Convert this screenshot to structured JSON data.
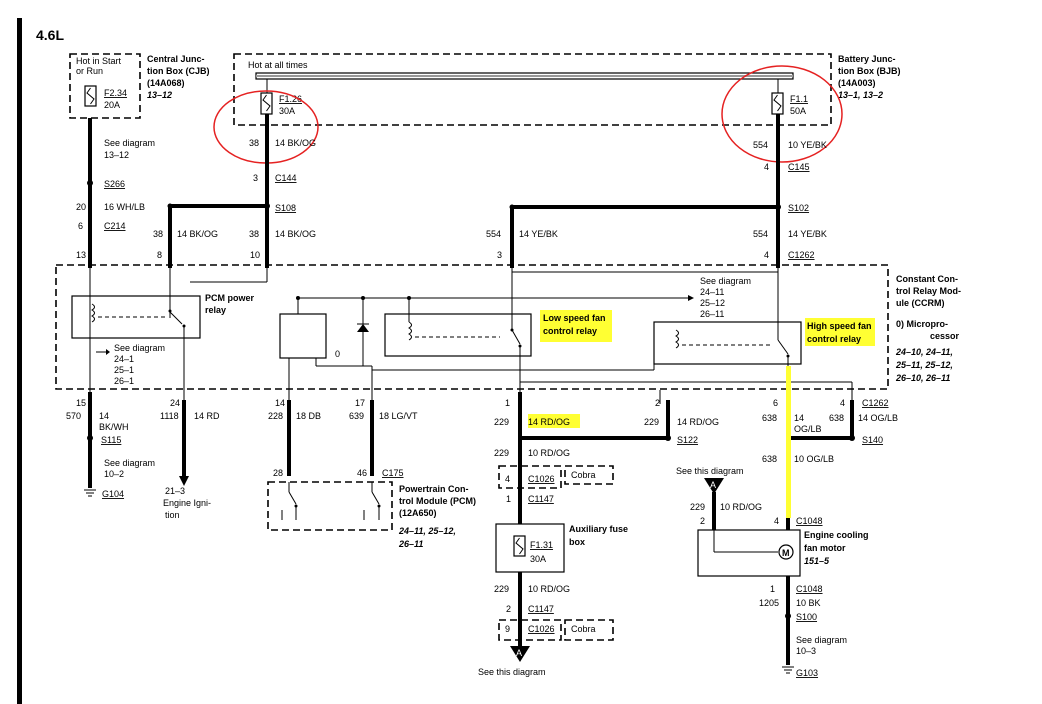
{
  "title": "4.6L",
  "cjb": {
    "hot_label": [
      "Hot in Start",
      "or Run"
    ],
    "name": [
      "Central Junc-",
      "tion Box (CJB)",
      "(14A068)"
    ],
    "ref": "13–12",
    "fuse_id": "F2.34",
    "fuse_amp": "20A"
  },
  "bjb": {
    "hot_label": "Hot at all times",
    "name": [
      "Battery Junc-",
      "tion Box (BJB)",
      "(14A003)"
    ],
    "ref": "13–1, 13–2"
  },
  "fuse_f126": {
    "id": "F1.26",
    "amp": "30A"
  },
  "fuse_f11": {
    "id": "F1.1",
    "amp": "50A"
  },
  "fuse_f131": {
    "id": "F1.31",
    "amp": "30A"
  },
  "wires": {
    "w38_bkog_a": {
      "pin": "38",
      "label": "14 BK/OG"
    },
    "w554_yebk_a": {
      "pin": "554",
      "label": "10 YE/BK"
    },
    "w20_whlb": {
      "pin": "20",
      "label": "16 WH/LB"
    },
    "w38_bkog_b": {
      "pin": "38",
      "label": "14 BK/OG"
    },
    "w38_bkog_c": {
      "pin": "38",
      "label": "14 BK/OG"
    },
    "w554_yebk_b": {
      "pin": "554",
      "label": "14 YE/BK"
    },
    "w554_yebk_c": {
      "pin": "554",
      "label": "14 YE/BK"
    },
    "w570": {
      "pin": "570",
      "label": [
        "14",
        "BK/WH"
      ]
    },
    "w1118": {
      "pin": "1118",
      "label": "14 RD"
    },
    "w228": {
      "pin": "228",
      "label": "18 DB"
    },
    "w639": {
      "pin": "639",
      "label": "18 LG/VT"
    },
    "w229_a": {
      "pin": "229",
      "label": "14 RD/OG"
    },
    "w229_b": {
      "pin": "229",
      "label": "14 RD/OG"
    },
    "w638_a": {
      "pin": "638",
      "label": [
        "14",
        "OG/LB"
      ]
    },
    "w638_b": {
      "pin": "638",
      "label": "14 OG/LB"
    },
    "w229_c": {
      "pin": "229",
      "label": "10 RD/OG"
    },
    "w638_c": {
      "pin": "638",
      "label": "10 OG/LB"
    },
    "w229_d": {
      "pin": "229",
      "label": "10 RD/OG"
    },
    "w229_e": {
      "pin": "229",
      "label": "10 RD/OG"
    },
    "w1205": {
      "pin": "1205",
      "label": "10 BK"
    }
  },
  "connectors": {
    "see_diag_1312": [
      "See diagram",
      "13–12"
    ],
    "s266": "S266",
    "c214": "C214",
    "c144": "C144",
    "s108": "S108",
    "c145": "C145",
    "s102": "S102",
    "c1262": "C1262",
    "pin3_c144": "3",
    "pin4_c145": "4",
    "pin6_c214": "6",
    "pins_top": [
      "13",
      "8",
      "10",
      "3",
      "4"
    ],
    "pins_bottom": [
      "15",
      "24",
      "14",
      "17",
      "1",
      "2",
      "6",
      "4"
    ],
    "c1262_b": "C1262",
    "s115": "S115",
    "s122": "S122",
    "s140": "S140",
    "see_diag_102": [
      "See diagram",
      "10–2"
    ],
    "g104": "G104",
    "eng_ign": [
      "21–3",
      "Engine Igni-",
      "tion"
    ],
    "c175": "C175",
    "pin28": "28",
    "pin46": "46",
    "c1026_a": "C1026",
    "c1026_b": "C1026",
    "cobra_a": "Cobra",
    "cobra_b": "Cobra",
    "pin4_c1026": "4",
    "pin1_c1147": "1",
    "c1147_a": "C1147",
    "pin2_c1147": "2",
    "c1147_b": "C1147",
    "pin9_c1026": "9",
    "see_this_a": "See this diagram",
    "see_this_b": "See this diagram",
    "marker": "A",
    "c1048_a": "C1048",
    "c1048_b": "C1048",
    "pin2_c1048": "2",
    "pin4_c1048": "4",
    "pin1_c1048": "1",
    "s100": "S100",
    "see_diag_103": [
      "See diagram",
      "10–3"
    ],
    "g103": "G103"
  },
  "ccrm": {
    "name": [
      "Constant Con-",
      "trol Relay Mod-",
      "ule (CCRM)"
    ],
    "micro": [
      "0)   Micropro-",
      "cessor"
    ],
    "refs": [
      "24–10, 24–11,",
      "25–11, 25–12,",
      "26–10, 26–11"
    ],
    "pcm_relay": [
      "PCM power",
      "relay"
    ],
    "see_a": [
      "See diagram",
      "24–1",
      "25–1",
      "26–1"
    ],
    "see_b": [
      "See diagram",
      "24–11",
      "25–12",
      "26–11"
    ],
    "zero": "0",
    "low_fan": [
      "Low speed fan",
      "control relay"
    ],
    "high_fan": [
      "High speed fan",
      "control relay"
    ]
  },
  "pcm": {
    "name": [
      "Powertrain Con-",
      "trol Module (PCM)",
      "(12A650)"
    ],
    "refs": [
      "24–11, 25–12,",
      "26–11"
    ]
  },
  "aux_box": [
    "Auxiliary fuse",
    "box"
  ],
  "fan_motor": {
    "name": [
      "Engine cooling",
      "fan motor"
    ],
    "ref": "151–5",
    "symbol": "M"
  },
  "colors": {
    "highlight": "#ffff33",
    "circle": "#e52222",
    "wire": "#000000"
  }
}
